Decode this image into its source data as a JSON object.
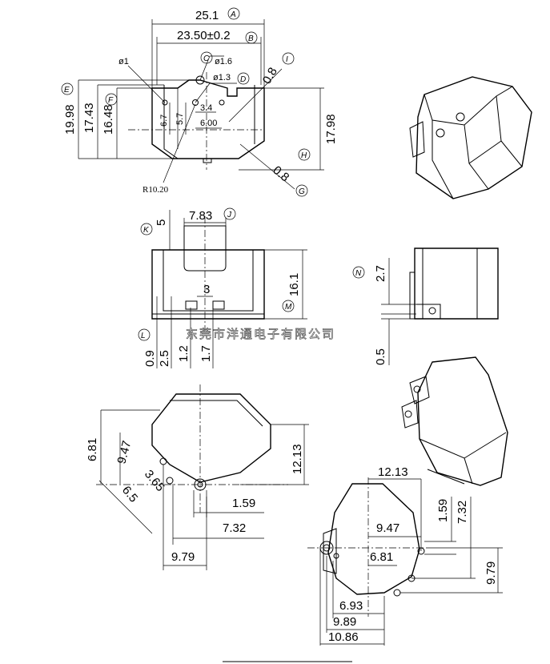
{
  "watermark": "东莞市洋通电子有限公司",
  "top_view": {
    "dim_a": "25.1",
    "dim_b": "23.50±0.2",
    "dim_c": "ø1.6",
    "dim_d": "ø1.3",
    "dim_phi1": "ø1",
    "dim_e": "19.98",
    "dim_e2": "17.43",
    "dim_f": "16.48",
    "dim_i": "0.8",
    "dim_h": "17.98",
    "dim_g": "0.8",
    "dim_67": "6.7",
    "dim_57": "5.7",
    "dim_34": "3.4",
    "dim_600": "6.00",
    "radius": "R10.20"
  },
  "front_view": {
    "dim_k": "5",
    "dim_j": "7.83",
    "dim_3": "3",
    "dim_m": "16.1",
    "dim_09": "0.9",
    "dim_25": "2.5",
    "dim_12": "1.2",
    "dim_17": "1.7"
  },
  "side_view": {
    "dim_n": "2.7",
    "dim_05": "0.5"
  },
  "bottom_left": {
    "dim_681": "6.81",
    "dim_947": "9.47",
    "dim_365": "3.65",
    "dim_65": "6.5",
    "dim_1213": "12.13",
    "dim_159": "1.59",
    "dim_732": "7.32",
    "dim_979": "9.79"
  },
  "bottom_right": {
    "dim_1213": "12.13",
    "dim_159": "1.59",
    "dim_732": "7.32",
    "dim_947": "9.47",
    "dim_681": "6.81",
    "dim_979": "9.79",
    "dim_693": "6.93",
    "dim_989": "9.89",
    "dim_1086": "10.86"
  },
  "markers": {
    "a": "A",
    "b": "B",
    "c": "C",
    "d": "D",
    "e": "E",
    "f": "F",
    "g": "G",
    "h": "H",
    "i": "I",
    "j": "J",
    "k": "K",
    "l": "L",
    "m": "M",
    "n": "N"
  }
}
